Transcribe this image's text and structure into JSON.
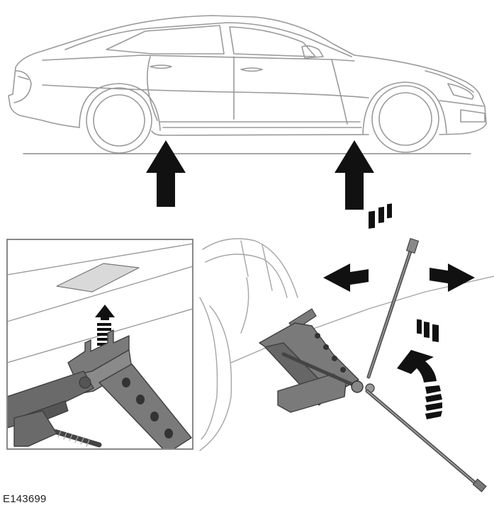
{
  "figure": {
    "reference_code": "E143699",
    "colors": {
      "line": "#9a9a9a",
      "arrow": "#111111",
      "metal": "#6e6e6e",
      "metal_dark": "#4a4a4a",
      "inset_border": "#888888"
    },
    "icons": [
      "car-side-view",
      "jack-point-arrow",
      "scissor-jack",
      "jack-handle",
      "rotation-arrow",
      "lift-arrow"
    ]
  }
}
